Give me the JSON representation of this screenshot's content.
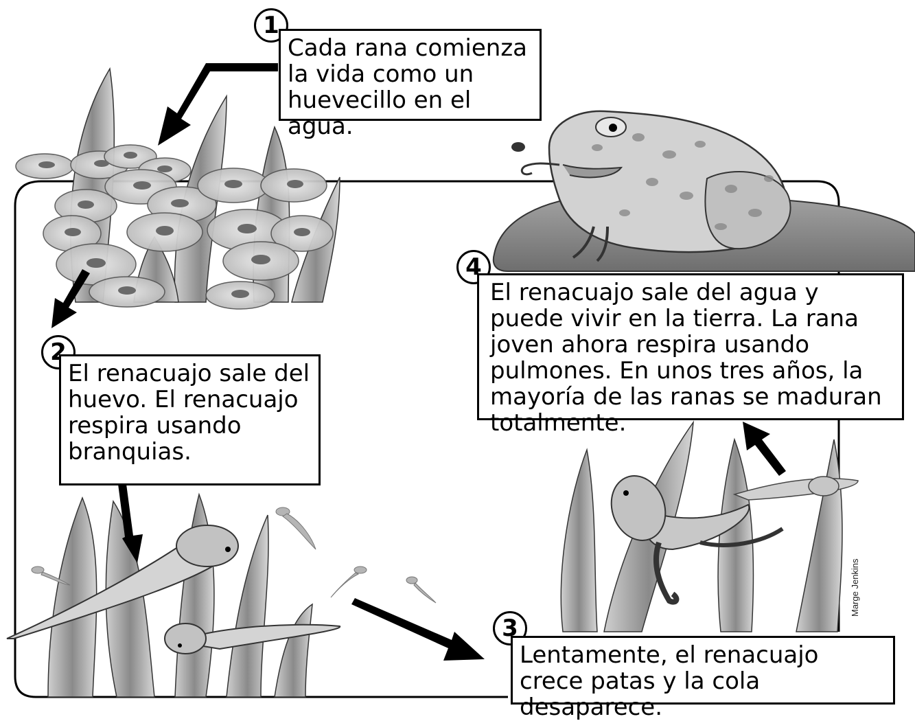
{
  "steps": [
    {
      "number": "1",
      "text": "Cada rana comienza la vida como un huevecillo en el agua."
    },
    {
      "number": "2",
      "text": "El renacuajo sale del huevo. El renacuajo respira usando branquias."
    },
    {
      "number": "3",
      "text": "Lentamente, el renacuajo crece patas y la cola desaparece."
    },
    {
      "number": "4",
      "text": "El renacuajo sale del agua y puede vivir en la tierra. La rana joven ahora respira usando pulmones. En unos tres años, la mayoría de las ranas se maduran totalmente."
    }
  ],
  "credit": "Marge Jenkins",
  "colors": {
    "ink": "#000000",
    "plant": "#9a9a9a",
    "frog": "#c8c8c8",
    "rock": "#8c8c8c"
  },
  "illustrations": [
    "frog-eggs-among-plants",
    "tadpoles-swimming",
    "froglet-with-legs",
    "adult-frog-on-rock"
  ]
}
